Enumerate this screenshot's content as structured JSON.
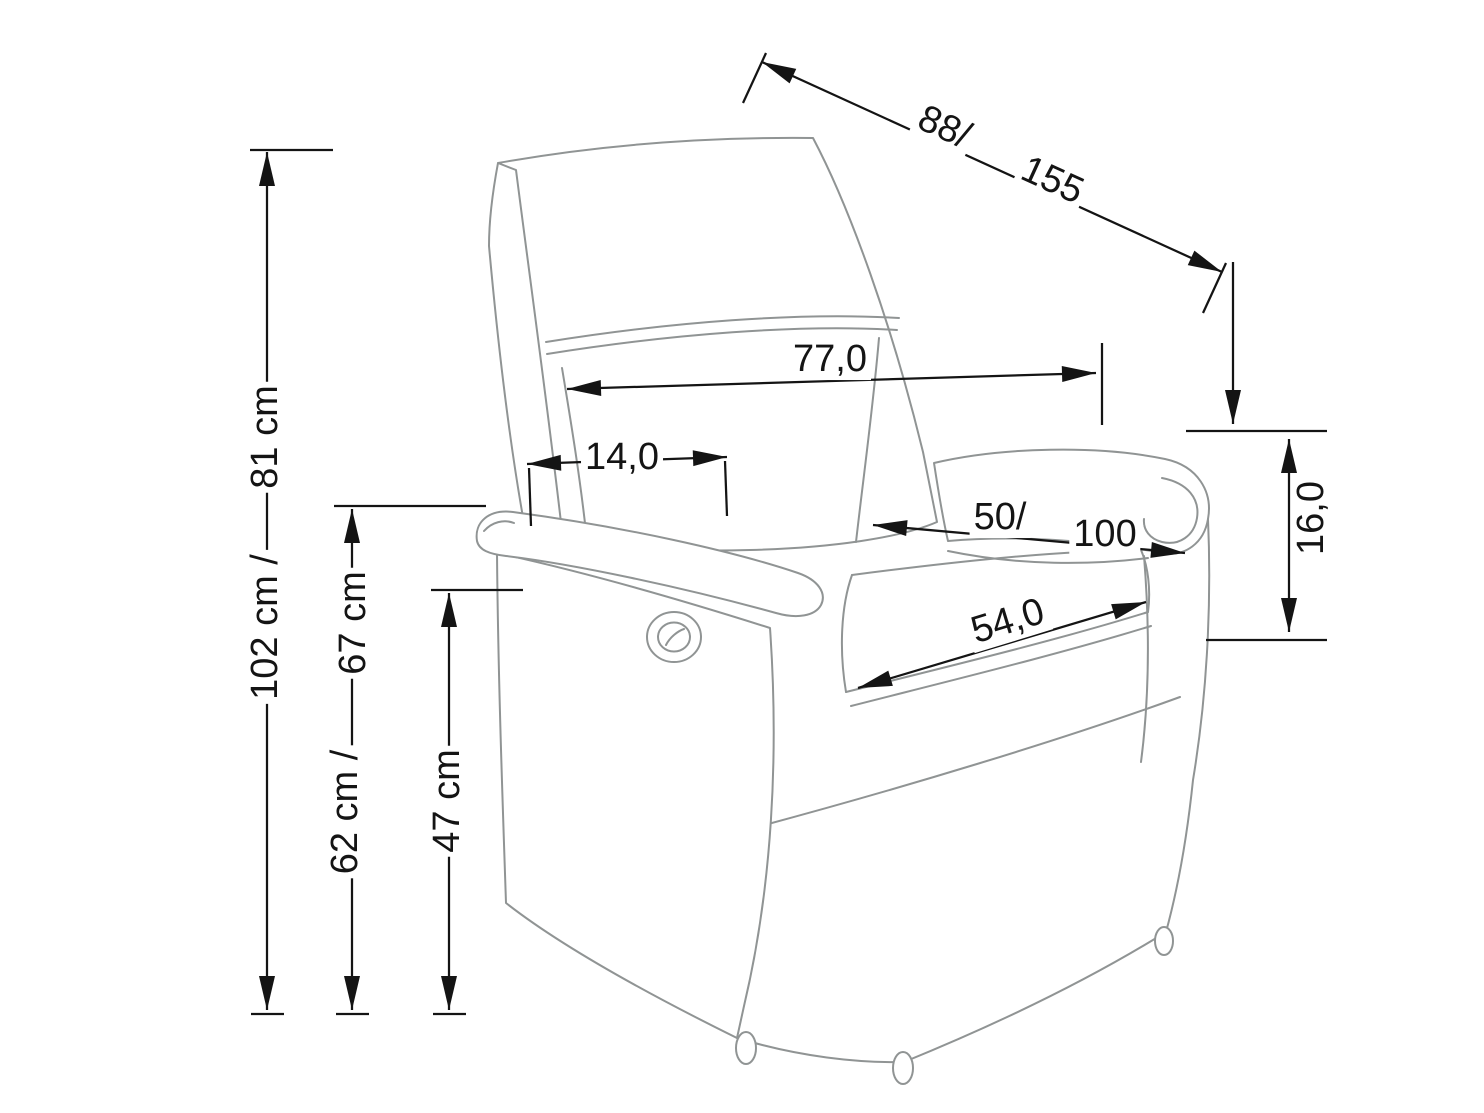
{
  "drawing": {
    "subject": "recliner-armchair-dimension-diagram",
    "colors": {
      "chair_outline": "#909494",
      "dimension_line": "#141414",
      "background": "#ffffff",
      "text": "#141414"
    },
    "dimensions": {
      "depth_total": {
        "part1": "88/",
        "part2": "155"
      },
      "backrest_width": "77,0",
      "backrest_side_depth": "14,0",
      "seat_depth": {
        "part1": "50/",
        "part2": "100"
      },
      "seat_width": "54,0",
      "armrest_drop": "16,0",
      "height_total": {
        "upper": "81 cm",
        "lower": "102 cm /"
      },
      "armrest_height": {
        "upper": "67 cm",
        "lower": "62 cm /"
      },
      "seat_height": "47 cm"
    }
  }
}
